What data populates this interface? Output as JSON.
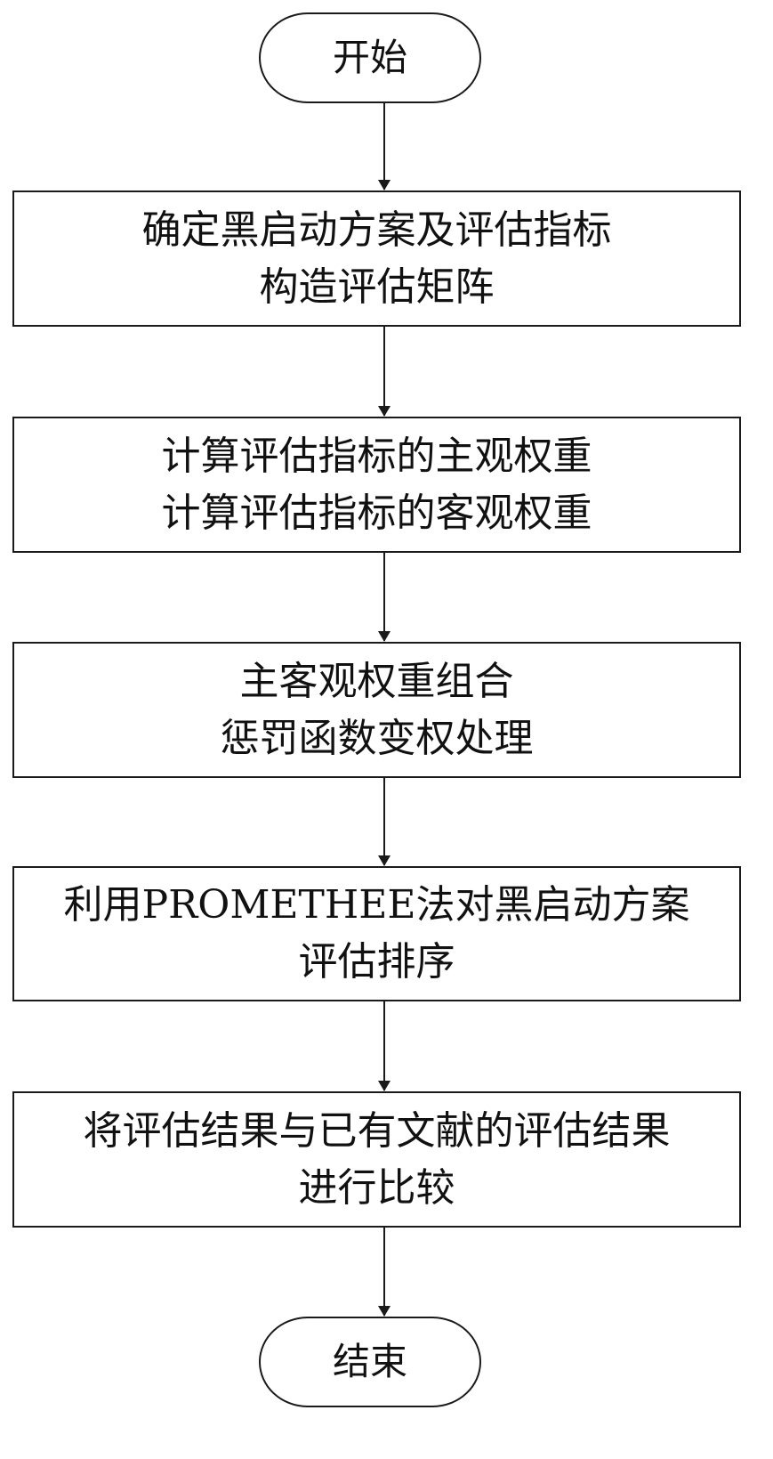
{
  "flowchart": {
    "start": {
      "label": "开始"
    },
    "steps": [
      {
        "lines": [
          "确定黑启动方案及评估指标",
          "构造评估矩阵"
        ]
      },
      {
        "lines": [
          "计算评估指标的主观权重",
          "计算评估指标的客观权重"
        ]
      },
      {
        "lines": [
          "主客观权重组合",
          "惩罚函数变权处理"
        ]
      },
      {
        "lines": [
          "利用PROMETHEE法对黑启动方案",
          "评估排序"
        ]
      },
      {
        "lines": [
          "将评估结果与已有文献的评估结果",
          "进行比较"
        ]
      }
    ],
    "end": {
      "label": "结束"
    },
    "style": {
      "stroke": "#1a1a1a",
      "background": "#ffffff",
      "text": "#111111"
    }
  }
}
